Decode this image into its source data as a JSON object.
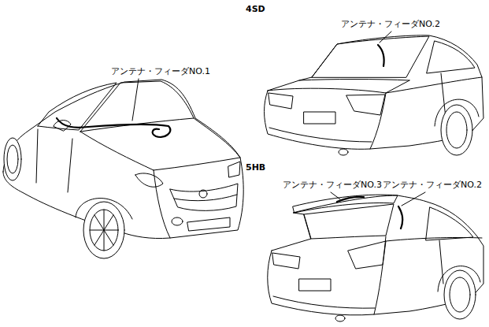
{
  "diagram": {
    "labels": [
      "4SD",
      "アンテナ・フィーダNO.2",
      "アンテナ・フィーダNO.1",
      "5HB",
      "アンテナ・フィーダNO.3",
      "アンテナ・フィーダNO.2"
    ]
  }
}
